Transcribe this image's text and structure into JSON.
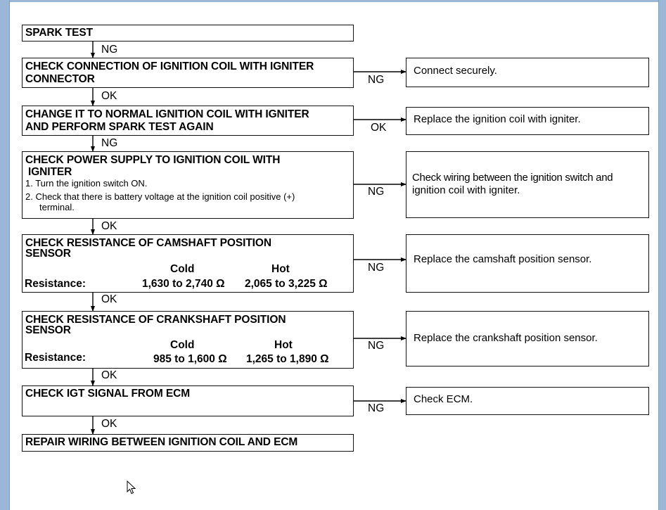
{
  "flowchart": {
    "steps": [
      {
        "title": "SPARK TEST"
      },
      {
        "title": "CHECK CONNECTION OF IGNITION COIL WITH IGNITER CONNECTOR",
        "line1": "CHECK CONNECTION OF IGNITION COIL WITH IGNITER",
        "line2": "CONNECTOR"
      },
      {
        "title": "CHANGE IT TO NORMAL IGNITION COIL WITH IGNITER AND PERFORM SPARK TEST AGAIN",
        "line1": "CHANGE IT TO NORMAL IGNITION COIL WITH IGNITER",
        "line2": "AND PERFORM SPARK TEST AGAIN"
      },
      {
        "line1": "CHECK POWER SUPPLY TO IGNITION COIL WITH",
        "line2": "IGNITER",
        "sub1": "1. Turn the ignition switch ON.",
        "sub2": "2. Check that there is battery voltage at the ignition coil positive (+)",
        "sub3": "terminal."
      },
      {
        "line1": "CHECK RESISTANCE OF CAMSHAFT POSITION",
        "line2": "SENSOR",
        "cold_label": "Cold",
        "hot_label": "Hot",
        "resistance_label": "Resistance:",
        "cold_value": "1,630 to 2,740 Ω",
        "hot_value": "2,065 to 3,225 Ω"
      },
      {
        "line1": "CHECK RESISTANCE OF CRANKSHAFT POSITION",
        "line2": "SENSOR",
        "cold_label": "Cold",
        "hot_label": "Hot",
        "resistance_label": "Resistance:",
        "cold_value": "985 to 1,600 Ω",
        "hot_value": "1,265 to 1,890 Ω"
      },
      {
        "title": "CHECK IGT SIGNAL FROM ECM"
      },
      {
        "title": "REPAIR WIRING BETWEEN IGNITION COIL AND ECM"
      }
    ],
    "down_labels": [
      "NG",
      "OK",
      "NG",
      "OK",
      "OK",
      "OK",
      "OK"
    ],
    "side_labels": [
      "NG",
      "OK",
      "NG",
      "NG",
      "NG",
      "NG"
    ],
    "results": [
      {
        "line1": "Connect securely."
      },
      {
        "line1": "Replace the ignition coil with igniter."
      },
      {
        "line1": "Check wiring between the ignition switch and",
        "line2": "ignition coil with igniter."
      },
      {
        "line1": "Replace the camshaft position sensor."
      },
      {
        "line1": "Replace the crankshaft position sensor."
      },
      {
        "line1": "Check ECM."
      }
    ]
  }
}
